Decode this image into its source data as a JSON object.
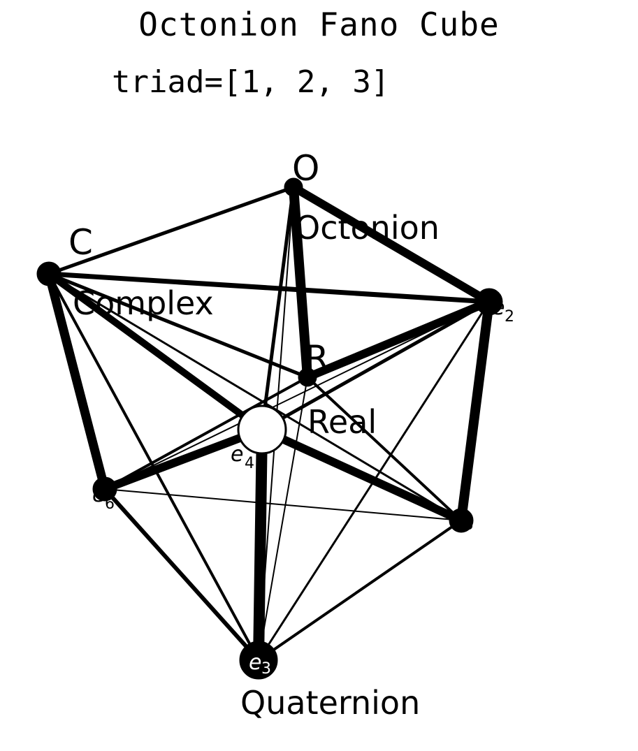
{
  "title": "Octonion Fano Cube",
  "subtitle": "triad=[1, 2, 3]",
  "nodes": {
    "O": {
      "letter": "O",
      "name": "Octonion"
    },
    "C": {
      "letter": "C",
      "name": "Complex"
    },
    "R": {
      "letter": "R",
      "name": "Real"
    },
    "e2": {
      "sym": "e",
      "idx": "2"
    },
    "e4": {
      "sym": "e",
      "idx": "4"
    },
    "e5": {
      "sym": "e",
      "idx": "5"
    },
    "e6": {
      "sym": "e",
      "idx": "6"
    },
    "e3": {
      "sym": "e",
      "idx": "3",
      "name": "Quaternion"
    }
  },
  "colors": {
    "ink": "#000000",
    "paper": "#ffffff"
  }
}
